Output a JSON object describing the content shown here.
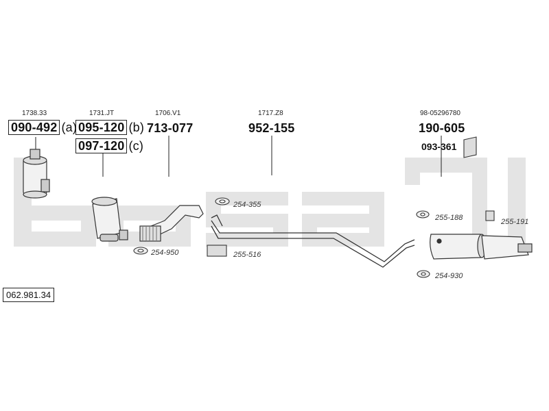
{
  "watermark": "bosal",
  "reference_number": "062.981.34",
  "parts": [
    {
      "ref": "1738.33",
      "number": "090-492",
      "variant": "(a)"
    },
    {
      "ref": "1731.JT",
      "number": "095-120",
      "variant": "(b)"
    },
    {
      "ref": "",
      "number": "097-120",
      "variant": "(c)"
    },
    {
      "ref": "1706.V1",
      "number": "713-077"
    },
    {
      "ref": "1717.Z8",
      "number": "952-155"
    },
    {
      "ref": "98-05296780",
      "number": "190-605"
    }
  ],
  "mount_part": "093-361",
  "hardware": [
    "254-355",
    "254-950",
    "255-516",
    "255-188",
    "255-191",
    "254-930"
  ]
}
